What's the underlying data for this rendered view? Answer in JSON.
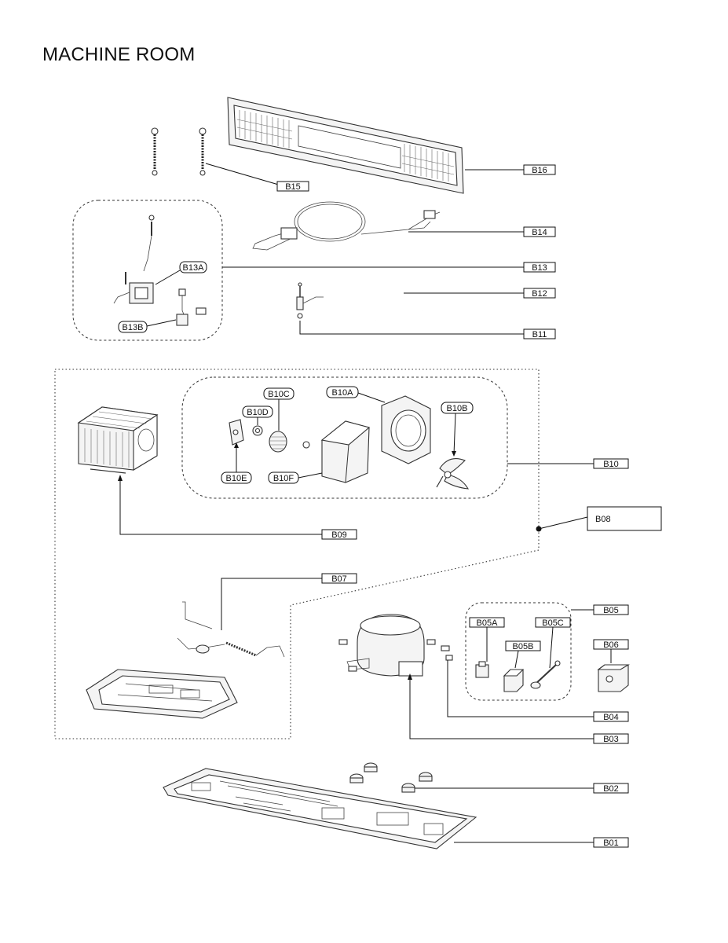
{
  "title": "MACHINE ROOM",
  "labels": {
    "b16": "B16",
    "b15": "B15",
    "b14": "B14",
    "b13": "B13",
    "b13a": "B13A",
    "b13b": "B13B",
    "b12": "B12",
    "b11": "B11",
    "b10": "B10",
    "b10a": "B10A",
    "b10b": "B10B",
    "b10c": "B10C",
    "b10d": "B10D",
    "b10e": "B10E",
    "b10f": "B10F",
    "b09": "B09",
    "b08": "B08",
    "b07": "B07",
    "b06": "B06",
    "b05": "B05",
    "b05a": "B05A",
    "b05b": "B05B",
    "b05c": "B05C",
    "b04": "B04",
    "b03": "B03",
    "b02": "B02",
    "b01": "B01"
  }
}
